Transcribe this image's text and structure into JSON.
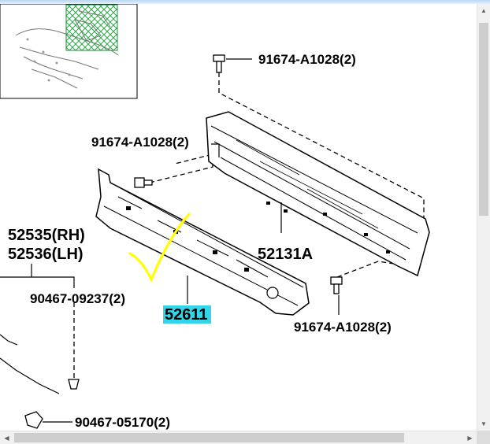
{
  "labels": {
    "bolt_top": "91674-A1028(2)",
    "bolt_left": "91674-A1028(2)",
    "bolt_right": "91674-A1028(2)",
    "part_rh": "52535(RH)",
    "part_lh": "52536(LH)",
    "clip_upper": "90467-09237(2)",
    "clip_lower": "90467-05170(2)",
    "reinforcement": "52131A",
    "absorber": "52611"
  },
  "colors": {
    "highlight": "#33d6e8",
    "annotation": "#ffff00",
    "thumb_grid": "#2aa84a"
  },
  "icons": {
    "scroll_up": "▲",
    "scroll_down": "▼",
    "scroll_left": "◀",
    "scroll_right": "▶"
  }
}
